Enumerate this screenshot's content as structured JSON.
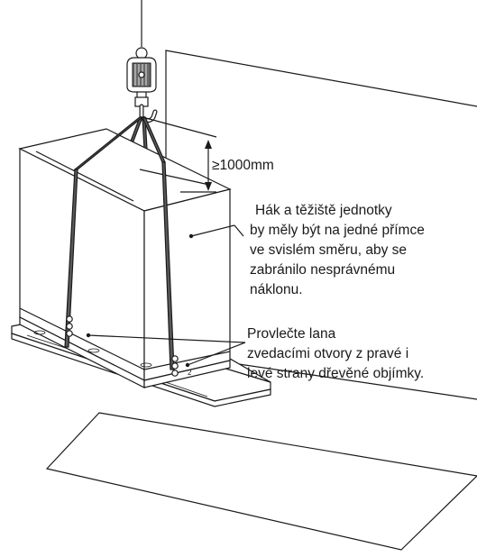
{
  "dimension": {
    "label": "≥1000mm"
  },
  "notes": {
    "alignment": {
      "lines": [
        "Hák a těžiště jednotky",
        "by měly být na jedné přímce",
        "ve svislém směru, aby se",
        "zabránilo nesprávnému",
        "náklonu."
      ]
    },
    "ropes": {
      "lines": [
        "Provlečte lana",
        "zvedacími otvory z pravé i",
        "levé strany dřevěné objímky."
      ]
    }
  }
}
